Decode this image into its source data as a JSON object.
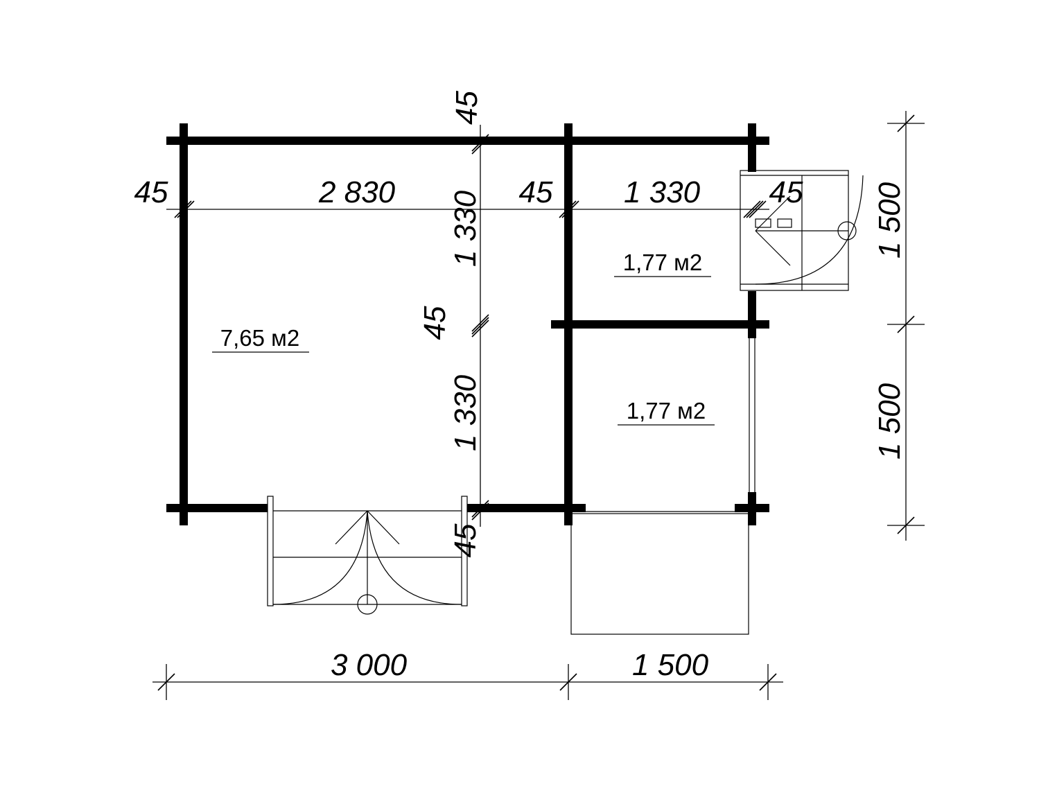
{
  "plan": {
    "rooms": [
      {
        "area": "7,65 м2"
      },
      {
        "area": "1,77 м2"
      },
      {
        "area": "1,77 м2"
      }
    ],
    "dimensions": {
      "top_45_vertical": "45",
      "left_45": "45",
      "main_inner_width": "2 830",
      "mid_45": "45",
      "right_inner_width": "1 330",
      "right_45": "45",
      "vertical_upper": "1 330",
      "vertical_mid_45": "45",
      "vertical_lower": "1 330",
      "vertical_bottom_45": "45",
      "right_side_upper": "1 500",
      "right_side_lower": "1 500",
      "bottom_left_total": "3 000",
      "bottom_right_total": "1 500"
    }
  }
}
